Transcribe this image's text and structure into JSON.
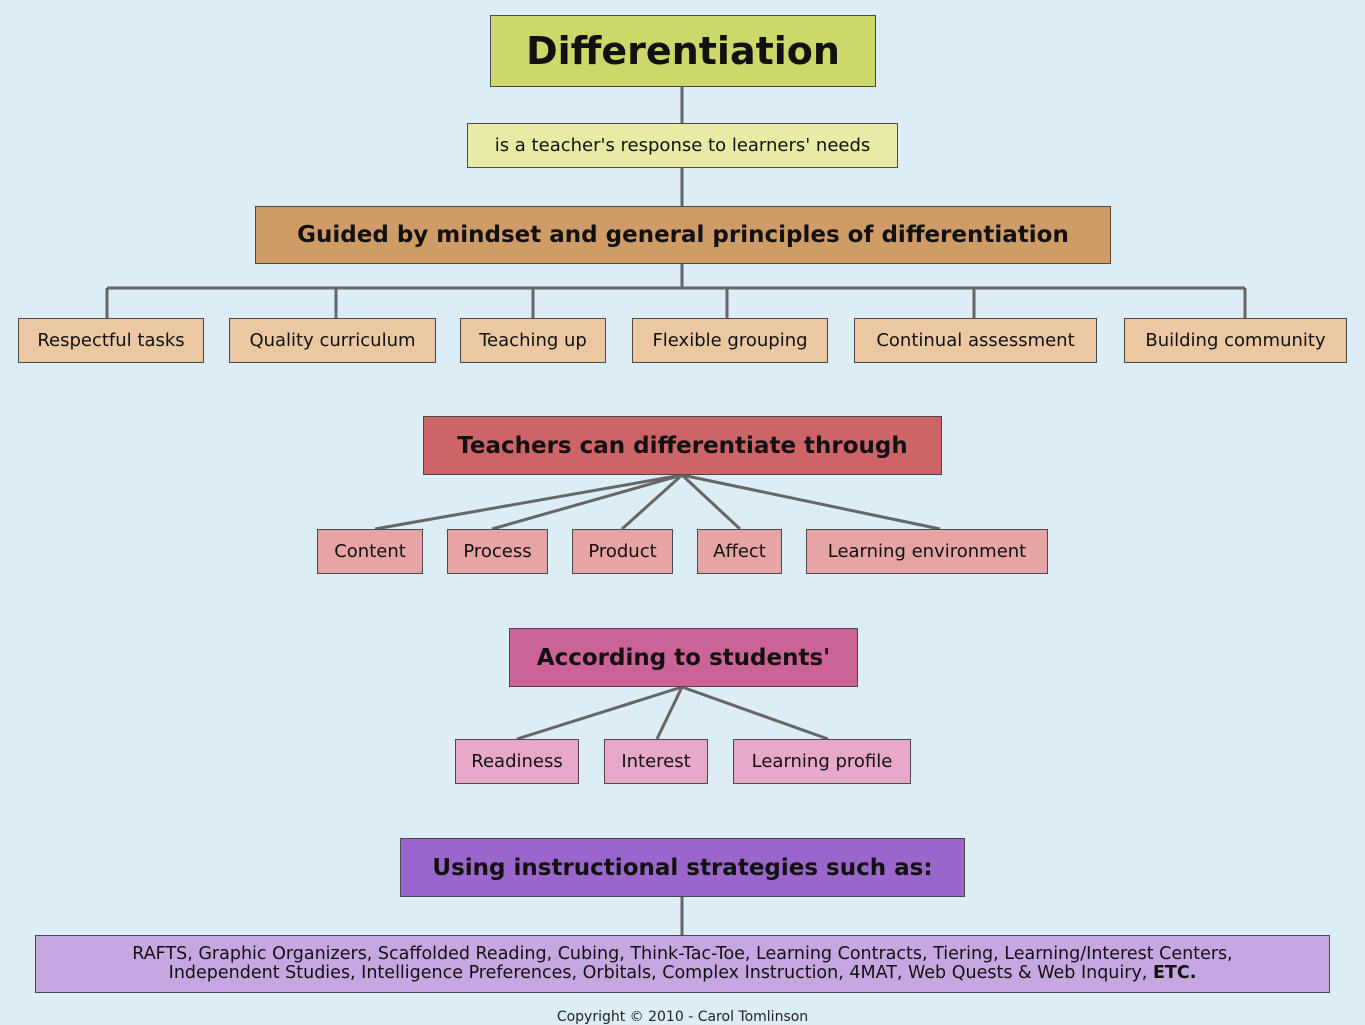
{
  "title": "Differentiation",
  "subtitle": "is a teacher's response to learners' needs",
  "principles": {
    "heading": "Guided by mindset and general principles of differentiation",
    "items": [
      "Respectful tasks",
      "Quality curriculum",
      "Teaching up",
      "Flexible grouping",
      "Continual assessment",
      "Building community"
    ]
  },
  "through": {
    "heading": "Teachers can differentiate through",
    "items": [
      "Content",
      "Process",
      "Product",
      "Affect",
      "Learning environment"
    ]
  },
  "according": {
    "heading": "According to students'",
    "items": [
      "Readiness",
      "Interest",
      "Learning profile"
    ]
  },
  "strategies": {
    "heading": "Using instructional strategies such as:",
    "line1": "RAFTS, Graphic Organizers, Scaffolded Reading, Cubing, Think-Tac-Toe, Learning Contracts, Tiering,  Learning/Interest Centers,",
    "line2": "Independent Studies, Intelligence Preferences, Orbitals, Complex Instruction, 4MAT, Web Quests & Web Inquiry,",
    "etc": "ETC."
  },
  "copyright": "Copyright © 2010 - Carol Tomlinson",
  "colors": {
    "background": "#dcedf6",
    "title": "#cdd86a",
    "subtitle": "#e8eba6",
    "principles_heading": "#cf9c67",
    "principles_item": "#ebc8a2",
    "through_heading": "#cd6467",
    "through_item": "#e6a4a4",
    "according_heading": "#cc6396",
    "according_item": "#e7a8c9",
    "strategies_heading": "#9b66cc",
    "strategies_box": "#c6a7e2",
    "connector": "#666666"
  }
}
